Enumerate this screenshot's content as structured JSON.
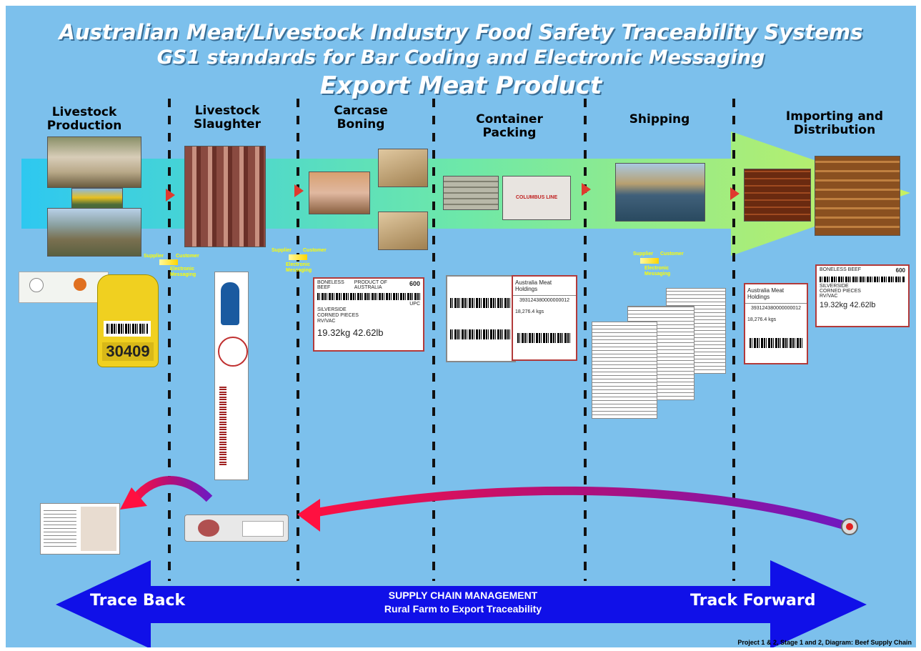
{
  "titles": {
    "line1": "Australian Meat/Livestock Industry Food Safety Traceability Systems",
    "line2": "GS1 standards for Bar Coding and Electronic Messaging",
    "line3": "Export Meat Product"
  },
  "stages": [
    {
      "line1": "Livestock",
      "line2": "Production"
    },
    {
      "line1": "Livestock",
      "line2": "Slaughter"
    },
    {
      "line1": "Carcase",
      "line2": "Boning"
    },
    {
      "line1": "Container",
      "line2": "Packing"
    },
    {
      "line1": "Shipping",
      "line2": ""
    },
    {
      "line1": "Importing and",
      "line2": "Distribution"
    }
  ],
  "messaging": {
    "supplier": "Supplier",
    "customer": "Customer",
    "electronic": "Electronic",
    "messaging": "Messaging"
  },
  "ear_tag": {
    "number": "30409"
  },
  "container_text": "COLUMBUS LINE",
  "carton_label": {
    "product": "BONELESS BEEF",
    "origin": "PRODUCT OF AUSTRALIA",
    "code": "600",
    "type": "UPC",
    "desc1": "SILVERSIDE",
    "desc2": "CORNED PIECES",
    "desc3": "RV/VAC",
    "kg": "19.32kg",
    "lb": "42.62lb"
  },
  "pallet_label": {
    "company": "Australia Meat Holdings",
    "sscc": "393124380000000012",
    "weight": "18,276.4 kgs"
  },
  "bottom_arrow": {
    "left": "Trace Back",
    "right": "Track Forward",
    "center1": "SUPPLY CHAIN MANAGEMENT",
    "center2": "Rural Farm to Export Traceability"
  },
  "footer": "Project 1 & 2, Stage 1 and 2, Diagram: Beef Supply Chain",
  "colors": {
    "background": "#7cc0ec",
    "flow_start": "#2ec8f0",
    "flow_end": "#c8f060",
    "trace_arrow": "#1010e8",
    "return_arrow": "#e0103a"
  }
}
